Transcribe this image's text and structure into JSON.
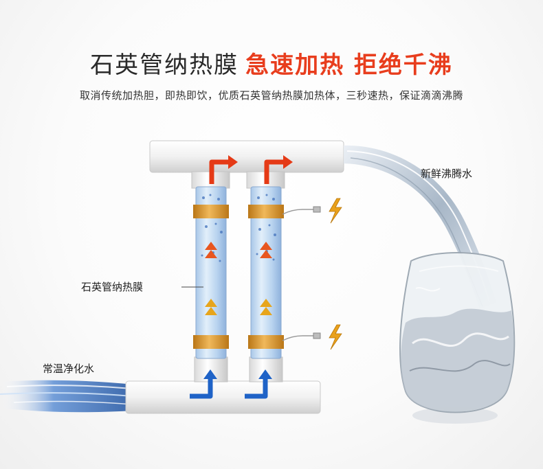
{
  "headline": {
    "part1": "石英管纳热膜",
    "part2": "急速加热 拒绝千沸"
  },
  "subtitle": "取消传统加热胆，即热即饮，优质石英管纳热膜加热体，三秒速热，保证滴滴沸腾",
  "labels": {
    "fresh_boiling_water": "新鲜沸腾水",
    "quartz_film": "石英管纳热膜",
    "room_temp_water": "常温净化水"
  },
  "colors": {
    "headline_accent": "#e83d1d",
    "hot_arrow": "#e53a16",
    "cold_arrow": "#1f63c7",
    "heating_band": "#d7952a",
    "lightning": "#e9a11c"
  },
  "icons": [
    "hot-arrow-icon",
    "cold-arrow-icon",
    "lightning-icon",
    "water-glass-icon"
  ]
}
